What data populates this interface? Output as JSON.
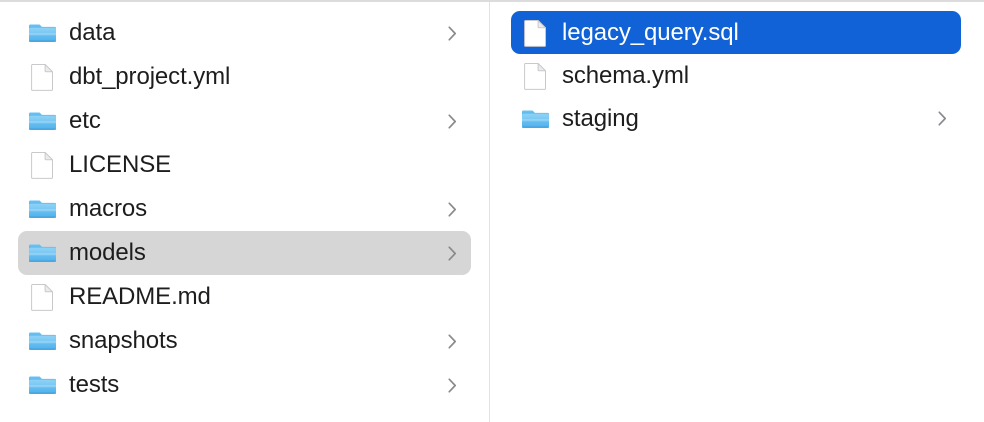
{
  "app": {
    "view": "column-browser",
    "accent_selected": "#1062d6",
    "accent_highlight": "#d6d6d6",
    "text_color": "#1d1d1f",
    "folder_color": "#58b9f0",
    "divider_color": "#e2e2e4"
  },
  "columns": [
    {
      "name": "parent-column",
      "items": [
        {
          "label": "data",
          "icon": "folder-icon",
          "kind": "folder",
          "chevron": true,
          "state": "normal"
        },
        {
          "label": "dbt_project.yml",
          "icon": "document-icon",
          "kind": "file",
          "chevron": false,
          "state": "normal"
        },
        {
          "label": "etc",
          "icon": "folder-icon",
          "kind": "folder",
          "chevron": true,
          "state": "normal"
        },
        {
          "label": "LICENSE",
          "icon": "document-icon",
          "kind": "file",
          "chevron": false,
          "state": "normal"
        },
        {
          "label": "macros",
          "icon": "folder-icon",
          "kind": "folder",
          "chevron": true,
          "state": "normal"
        },
        {
          "label": "models",
          "icon": "folder-icon",
          "kind": "folder",
          "chevron": true,
          "state": "highlighted"
        },
        {
          "label": "README.md",
          "icon": "document-icon",
          "kind": "file",
          "chevron": false,
          "state": "normal"
        },
        {
          "label": "snapshots",
          "icon": "folder-icon",
          "kind": "folder",
          "chevron": true,
          "state": "normal"
        },
        {
          "label": "tests",
          "icon": "folder-icon",
          "kind": "folder",
          "chevron": true,
          "state": "normal"
        }
      ]
    },
    {
      "name": "child-column",
      "items": [
        {
          "label": "legacy_query.sql",
          "icon": "document-icon",
          "kind": "file",
          "chevron": false,
          "state": "selected"
        },
        {
          "label": "schema.yml",
          "icon": "document-icon",
          "kind": "file",
          "chevron": false,
          "state": "normal"
        },
        {
          "label": "staging",
          "icon": "folder-icon",
          "kind": "folder",
          "chevron": true,
          "state": "normal"
        }
      ]
    }
  ]
}
